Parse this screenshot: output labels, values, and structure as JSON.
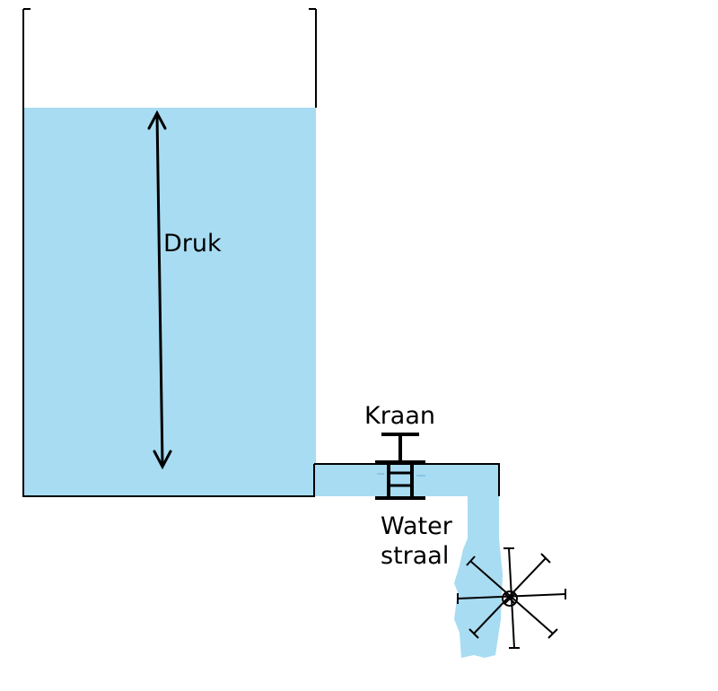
{
  "labels": {
    "pressure": "Druk",
    "tap": "Kraan",
    "jet_line1": "Water",
    "jet_line2": "straal"
  },
  "colors": {
    "water": "#a8dcf2",
    "outline": "#000000",
    "background": "#ffffff"
  }
}
